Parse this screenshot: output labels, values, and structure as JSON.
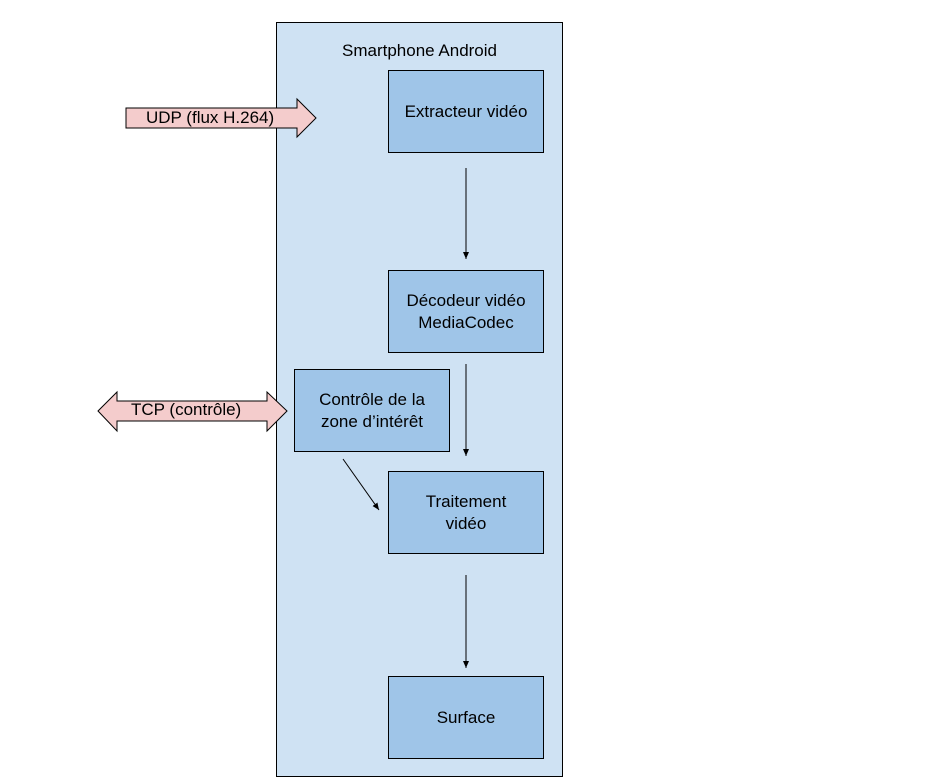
{
  "container": {
    "title": "Smartphone Android",
    "fill": "#cfe2f3"
  },
  "boxes": {
    "extractor": "Extracteur vidéo",
    "decoder": "Décodeur vidéo\nMediaCodec",
    "control": "Contrôle de la\nzone d’intérêt",
    "processing": "Traitement\nvidéo",
    "surface": "Surface",
    "fill": "#9fc5e8"
  },
  "external": {
    "udp": "UDP (flux H.264)",
    "tcp": "TCP (contrôle)",
    "fill": "#f4cccc"
  }
}
